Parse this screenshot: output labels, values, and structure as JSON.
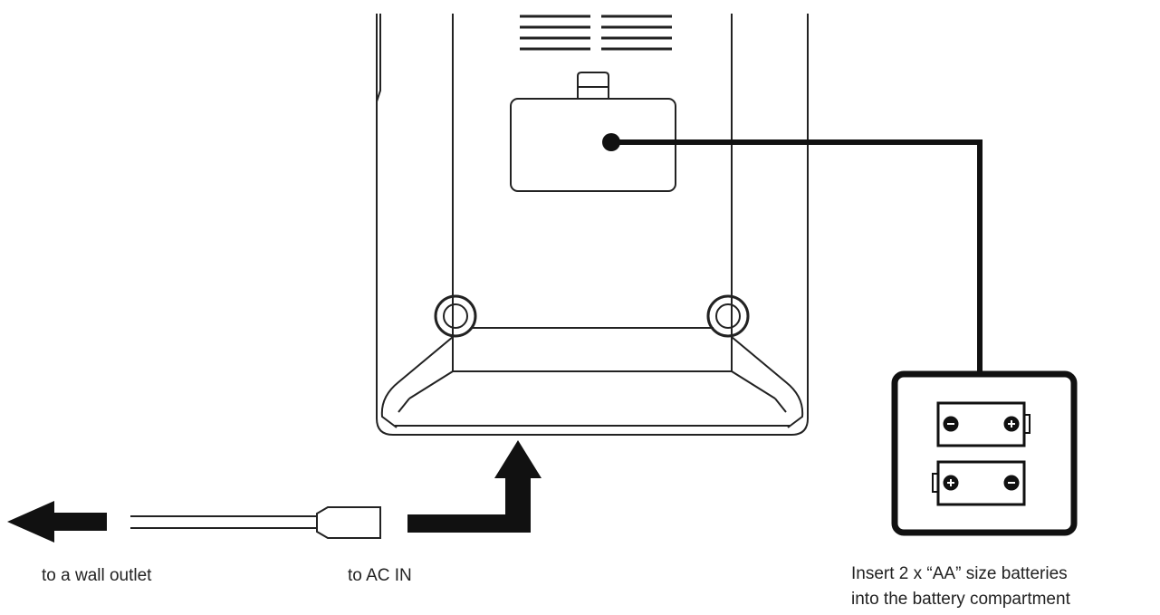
{
  "labels": {
    "wall_outlet": "to a wall outlet",
    "ac_in": "to AC IN",
    "battery_line1": "Insert 2 x “AA” size batteries",
    "battery_line2": "into the battery compartment"
  },
  "batteries": [
    {
      "left_symbol": "−",
      "right_symbol": "+"
    },
    {
      "left_symbol": "+",
      "right_symbol": "−"
    }
  ],
  "colors": {
    "line": "#222222",
    "background": "#ffffff"
  }
}
